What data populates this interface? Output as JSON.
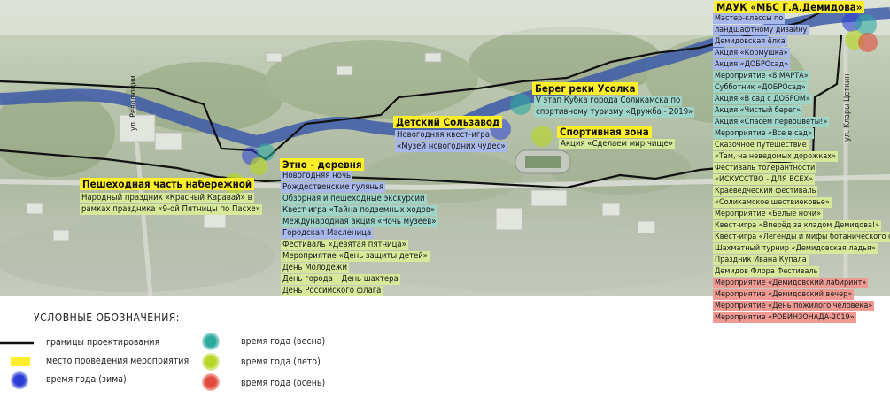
{
  "sites": {
    "embankment": {
      "title": "Пешеходная часть набережной",
      "lines": [
        {
          "t": "Народный праздник «Красный Каравай» в",
          "s": "summer"
        },
        {
          "t": "рамках праздника «9-ой Пятницы по Пасхе»",
          "s": "summer"
        }
      ]
    },
    "ethno": {
      "title": "Этно - деревня",
      "lines": [
        {
          "t": "Новогодняя ночь",
          "s": "winter"
        },
        {
          "t": "Рождественские гулянья",
          "s": "winter"
        },
        {
          "t": "Обзорная и пешеходные экскурсии",
          "s": "spring"
        },
        {
          "t": "Квест-игра «Тайна подземных ходов»",
          "s": "spring"
        },
        {
          "t": "Международная акция «Ночь музеев»",
          "s": "spring"
        },
        {
          "t": "Городская Масленица",
          "s": "winter"
        },
        {
          "t": "Фестиваль  «Девятая пятница»",
          "s": "summer"
        },
        {
          "t": "Мероприятие «День защиты детей»",
          "s": "summer"
        },
        {
          "t": "День Молодежи",
          "s": "summer"
        },
        {
          "t": "День города – День шахтера",
          "s": "summer"
        },
        {
          "t": "День Российского флага",
          "s": "summer"
        }
      ]
    },
    "solzavod": {
      "title": "Детский Сользавод",
      "lines": [
        {
          "t": "Новогодняя квест-игра",
          "s": "winter"
        },
        {
          "t": "«Музей новогодних чудес»",
          "s": "winter"
        }
      ]
    },
    "bereg": {
      "title": "Берег реки Усолка",
      "lines": [
        {
          "t": "V  этап Кубка города Соликамска по",
          "s": "spring"
        },
        {
          "t": "спортивному туризму «Дружба - 2019»",
          "s": "spring"
        }
      ]
    },
    "sport": {
      "title": "Спортивная зона",
      "lines": [
        {
          "t": "Акция «Сделаем мир чище»",
          "s": "summer"
        }
      ]
    },
    "mauk": {
      "title": "МАУК «МБС Г.А.Демидова»",
      "lines": [
        {
          "t": "Мастер-классы по",
          "s": "winter"
        },
        {
          "t": "ландшафтному дизайну",
          "s": "winter"
        },
        {
          "t": "Демидовская ёлка",
          "s": "winter"
        },
        {
          "t": "Акция «Кормушка»",
          "s": "winter"
        },
        {
          "t": "Акция «ДОБРОсад»",
          "s": "winter"
        },
        {
          "t": "Мероприятие «8 МАРТА»",
          "s": "spring"
        },
        {
          "t": "Субботник «ДОБРОсад»",
          "s": "spring"
        },
        {
          "t": "Акция «В сад с ДОБРОМ»",
          "s": "spring"
        },
        {
          "t": "Акция «Чистый берег»",
          "s": "spring"
        },
        {
          "t": "Акция «Спасем первоцветы!»",
          "s": "spring"
        },
        {
          "t": "Мероприятие «Все в сад»",
          "s": "spring"
        },
        {
          "t": "Сказочное путешествие",
          "s": "summer"
        },
        {
          "t": "«Там, на неведомых дорожках»",
          "s": "summer"
        },
        {
          "t": "Фестиваль толерантности",
          "s": "summer"
        },
        {
          "t": "«ИСКУССТВО - ДЛЯ ВСЕХ»",
          "s": "summer"
        },
        {
          "t": "Краеведческий фестиваль",
          "s": "summer"
        },
        {
          "t": "«Соликамское шествиековье»",
          "s": "summer"
        },
        {
          "t": "Мероприятие «Белые ночи»",
          "s": "summer"
        },
        {
          "t": "Квест-игра «Вперёд за кладом Демидова!»",
          "s": "summer"
        },
        {
          "t": "Квест-игра «Легенды и мифы ботанического сада»",
          "s": "summer"
        },
        {
          "t": "Шахматный турнир «Демидовская ладья»",
          "s": "summer"
        },
        {
          "t": "Праздник Ивана Купала",
          "s": "summer"
        },
        {
          "t": "Демидов Флора Фестиваль",
          "s": "summer"
        },
        {
          "t": "Мероприятие «Демидовский лабиринт»",
          "s": "autumn"
        },
        {
          "t": "Мероприятие «Демидовский вечер»",
          "s": "autumn"
        },
        {
          "t": "Мероприятие «День пожилого человека»",
          "s": "autumn"
        },
        {
          "t": "Мероприятие «РОБИНЗОНАДА-2019»",
          "s": "autumn"
        }
      ]
    }
  },
  "streets": {
    "revolution": "ул. Революции",
    "zetkin": "ул. Клары Цеткин"
  },
  "legend": {
    "title": "УСЛОВНЫЕ ОБОЗНАЧЕНИЯ:",
    "boundary": "границы проектирования",
    "venue": "место проведения мероприятия",
    "winter": "время года (зима)",
    "spring": "время года (весна)",
    "summer": "время года (лето)",
    "autumn": "время года (осень)"
  },
  "colors": {
    "venue": "#ffef2a",
    "winter": "#2b3fd6",
    "spring": "#2ea9a0",
    "summer": "#b8d62a",
    "autumn": "#e04a3c",
    "river": "#3d5aa8",
    "boundary": "#111111"
  }
}
